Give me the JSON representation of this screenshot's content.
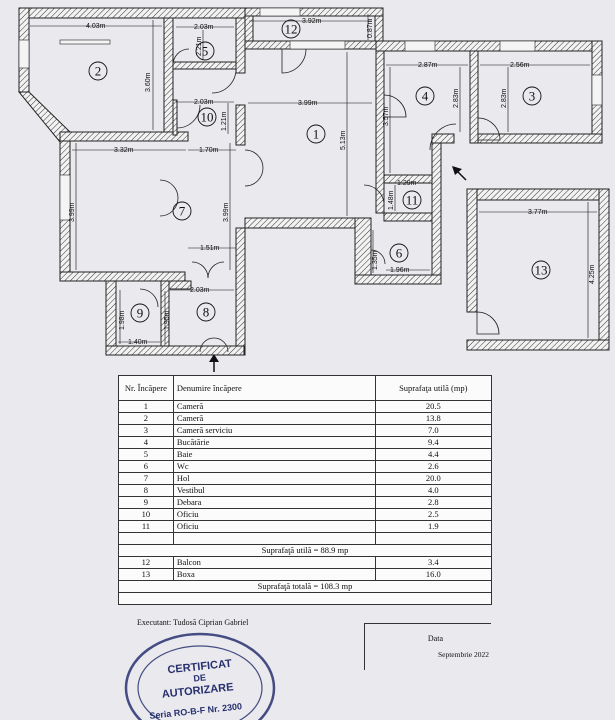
{
  "plan": {
    "rooms": [
      {
        "id": "1",
        "label": "1"
      },
      {
        "id": "2",
        "label": "2"
      },
      {
        "id": "3",
        "label": "3"
      },
      {
        "id": "4",
        "label": "4"
      },
      {
        "id": "5",
        "label": "5"
      },
      {
        "id": "6",
        "label": "6"
      },
      {
        "id": "7",
        "label": "7"
      },
      {
        "id": "8",
        "label": "8"
      },
      {
        "id": "9",
        "label": "9"
      },
      {
        "id": "10",
        "label": "10"
      },
      {
        "id": "11",
        "label": "11"
      },
      {
        "id": "12",
        "label": "12"
      },
      {
        "id": "13",
        "label": "13"
      }
    ],
    "dimensions": [
      {
        "id": "d_4_03",
        "text": "4.03m"
      },
      {
        "id": "d_3_60",
        "text": "3.60m"
      },
      {
        "id": "d_2_03a",
        "text": "2.03m"
      },
      {
        "id": "d_2_21",
        "text": "2.21m"
      },
      {
        "id": "d_3_92",
        "text": "3.92m"
      },
      {
        "id": "d_0_87",
        "text": "0.87m"
      },
      {
        "id": "d_2_03b",
        "text": "2.03m"
      },
      {
        "id": "d_1_21",
        "text": "1.21m"
      },
      {
        "id": "d_3_99a",
        "text": "3.99m"
      },
      {
        "id": "d_5_13",
        "text": "5.13m"
      },
      {
        "id": "d_2_87",
        "text": "2.87m"
      },
      {
        "id": "d_3_57",
        "text": "3.57m"
      },
      {
        "id": "d_2_83a",
        "text": "2.83m"
      },
      {
        "id": "d_2_56",
        "text": "2.56m"
      },
      {
        "id": "d_2_83b",
        "text": "2.83m"
      },
      {
        "id": "d_3_32",
        "text": "3.32m"
      },
      {
        "id": "d_1_70",
        "text": "1.70m"
      },
      {
        "id": "d_3_99b",
        "text": "3.99m"
      },
      {
        "id": "d_3_99c",
        "text": "3.99m"
      },
      {
        "id": "d_1_29",
        "text": "1.29m"
      },
      {
        "id": "d_1_48",
        "text": "1.48m"
      },
      {
        "id": "d_1_51",
        "text": "1.51m"
      },
      {
        "id": "d_1_35",
        "text": "1.35m"
      },
      {
        "id": "d_1_96",
        "text": "1.96m"
      },
      {
        "id": "d_3_77",
        "text": "3.77m"
      },
      {
        "id": "d_4_25",
        "text": "4.25m"
      },
      {
        "id": "d_2_03c",
        "text": "2.03m"
      },
      {
        "id": "d_1_98",
        "text": "1.98m"
      },
      {
        "id": "d_1_95",
        "text": "1.95m"
      },
      {
        "id": "d_1_40",
        "text": "1.40m"
      }
    ]
  },
  "table": {
    "headers": {
      "nr": "Nr. Încăpere",
      "name": "Denumire încăpere",
      "area": "Suprafaţa utilă (mp)"
    },
    "rows": [
      {
        "nr": "1",
        "name": "Cameră",
        "area": "20.5"
      },
      {
        "nr": "2",
        "name": "Cameră",
        "area": "13.8"
      },
      {
        "nr": "3",
        "name": "Cameră serviciu",
        "area": "7.0"
      },
      {
        "nr": "4",
        "name": "Bucătărie",
        "area": "9.4"
      },
      {
        "nr": "5",
        "name": "Baie",
        "area": "4.4"
      },
      {
        "nr": "6",
        "name": "Wc",
        "area": "2.6"
      },
      {
        "nr": "7",
        "name": "Hol",
        "area": "20.0"
      },
      {
        "nr": "8",
        "name": "Vestibul",
        "area": "4.0"
      },
      {
        "nr": "9",
        "name": "Debara",
        "area": "2.8"
      },
      {
        "nr": "10",
        "name": "Oficiu",
        "area": "2.5"
      },
      {
        "nr": "11",
        "name": "Oficiu",
        "area": "1.9"
      }
    ],
    "usable_total": "Suprafaţă utilă = 88.9 mp",
    "extra_rows": [
      {
        "nr": "12",
        "name": "Balcon",
        "area": "3.4"
      },
      {
        "nr": "13",
        "name": "Boxa",
        "area": "16.0"
      }
    ],
    "grand_total": "Suprafaţă totală = 108.3 mp",
    "signature_label": "Executant: Tudosă Ciprian Gabriel",
    "data_label": "Data",
    "data_value": "Septembrie 2022"
  },
  "stamp": {
    "line1": "CERTIFICAT",
    "line2": "DE",
    "line3": "AUTORIZARE",
    "line4": "Seria RO-B-F Nr. 2300"
  },
  "colors": {
    "paper": "#e9e9ee",
    "ink": "#111111",
    "stamp": "#27306e"
  }
}
